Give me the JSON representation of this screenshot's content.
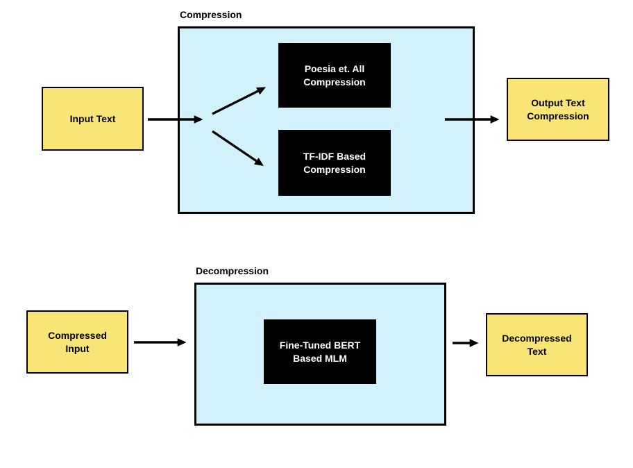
{
  "colors": {
    "container_fill": "#d2f2fb",
    "container_border": "#000000",
    "node_fill": "#000000",
    "node_text": "#ffffff",
    "io_fill": "#f8e575",
    "io_border": "#000000",
    "io_text": "#000000",
    "arrow": "#000000",
    "label_text": "#000000",
    "page_bg": "#ffffff"
  },
  "compression_section": {
    "title": "Compression",
    "input_box": {
      "label_lines": [
        "Input Text"
      ]
    },
    "process_boxes": [
      {
        "label_lines": [
          "Poesia et. All",
          "Compression"
        ]
      },
      {
        "label_lines": [
          "TF-IDF Based",
          "Compression"
        ]
      }
    ],
    "output_box": {
      "label_lines": [
        "Output Text",
        "Compression"
      ]
    }
  },
  "decompression_section": {
    "title": "Decompression",
    "input_box": {
      "label_lines": [
        "Compressed",
        "Input"
      ]
    },
    "process_boxes": [
      {
        "label_lines": [
          "Fine-Tuned BERT",
          "Based MLM"
        ]
      }
    ],
    "output_box": {
      "label_lines": [
        "Decompressed",
        "Text"
      ]
    }
  }
}
